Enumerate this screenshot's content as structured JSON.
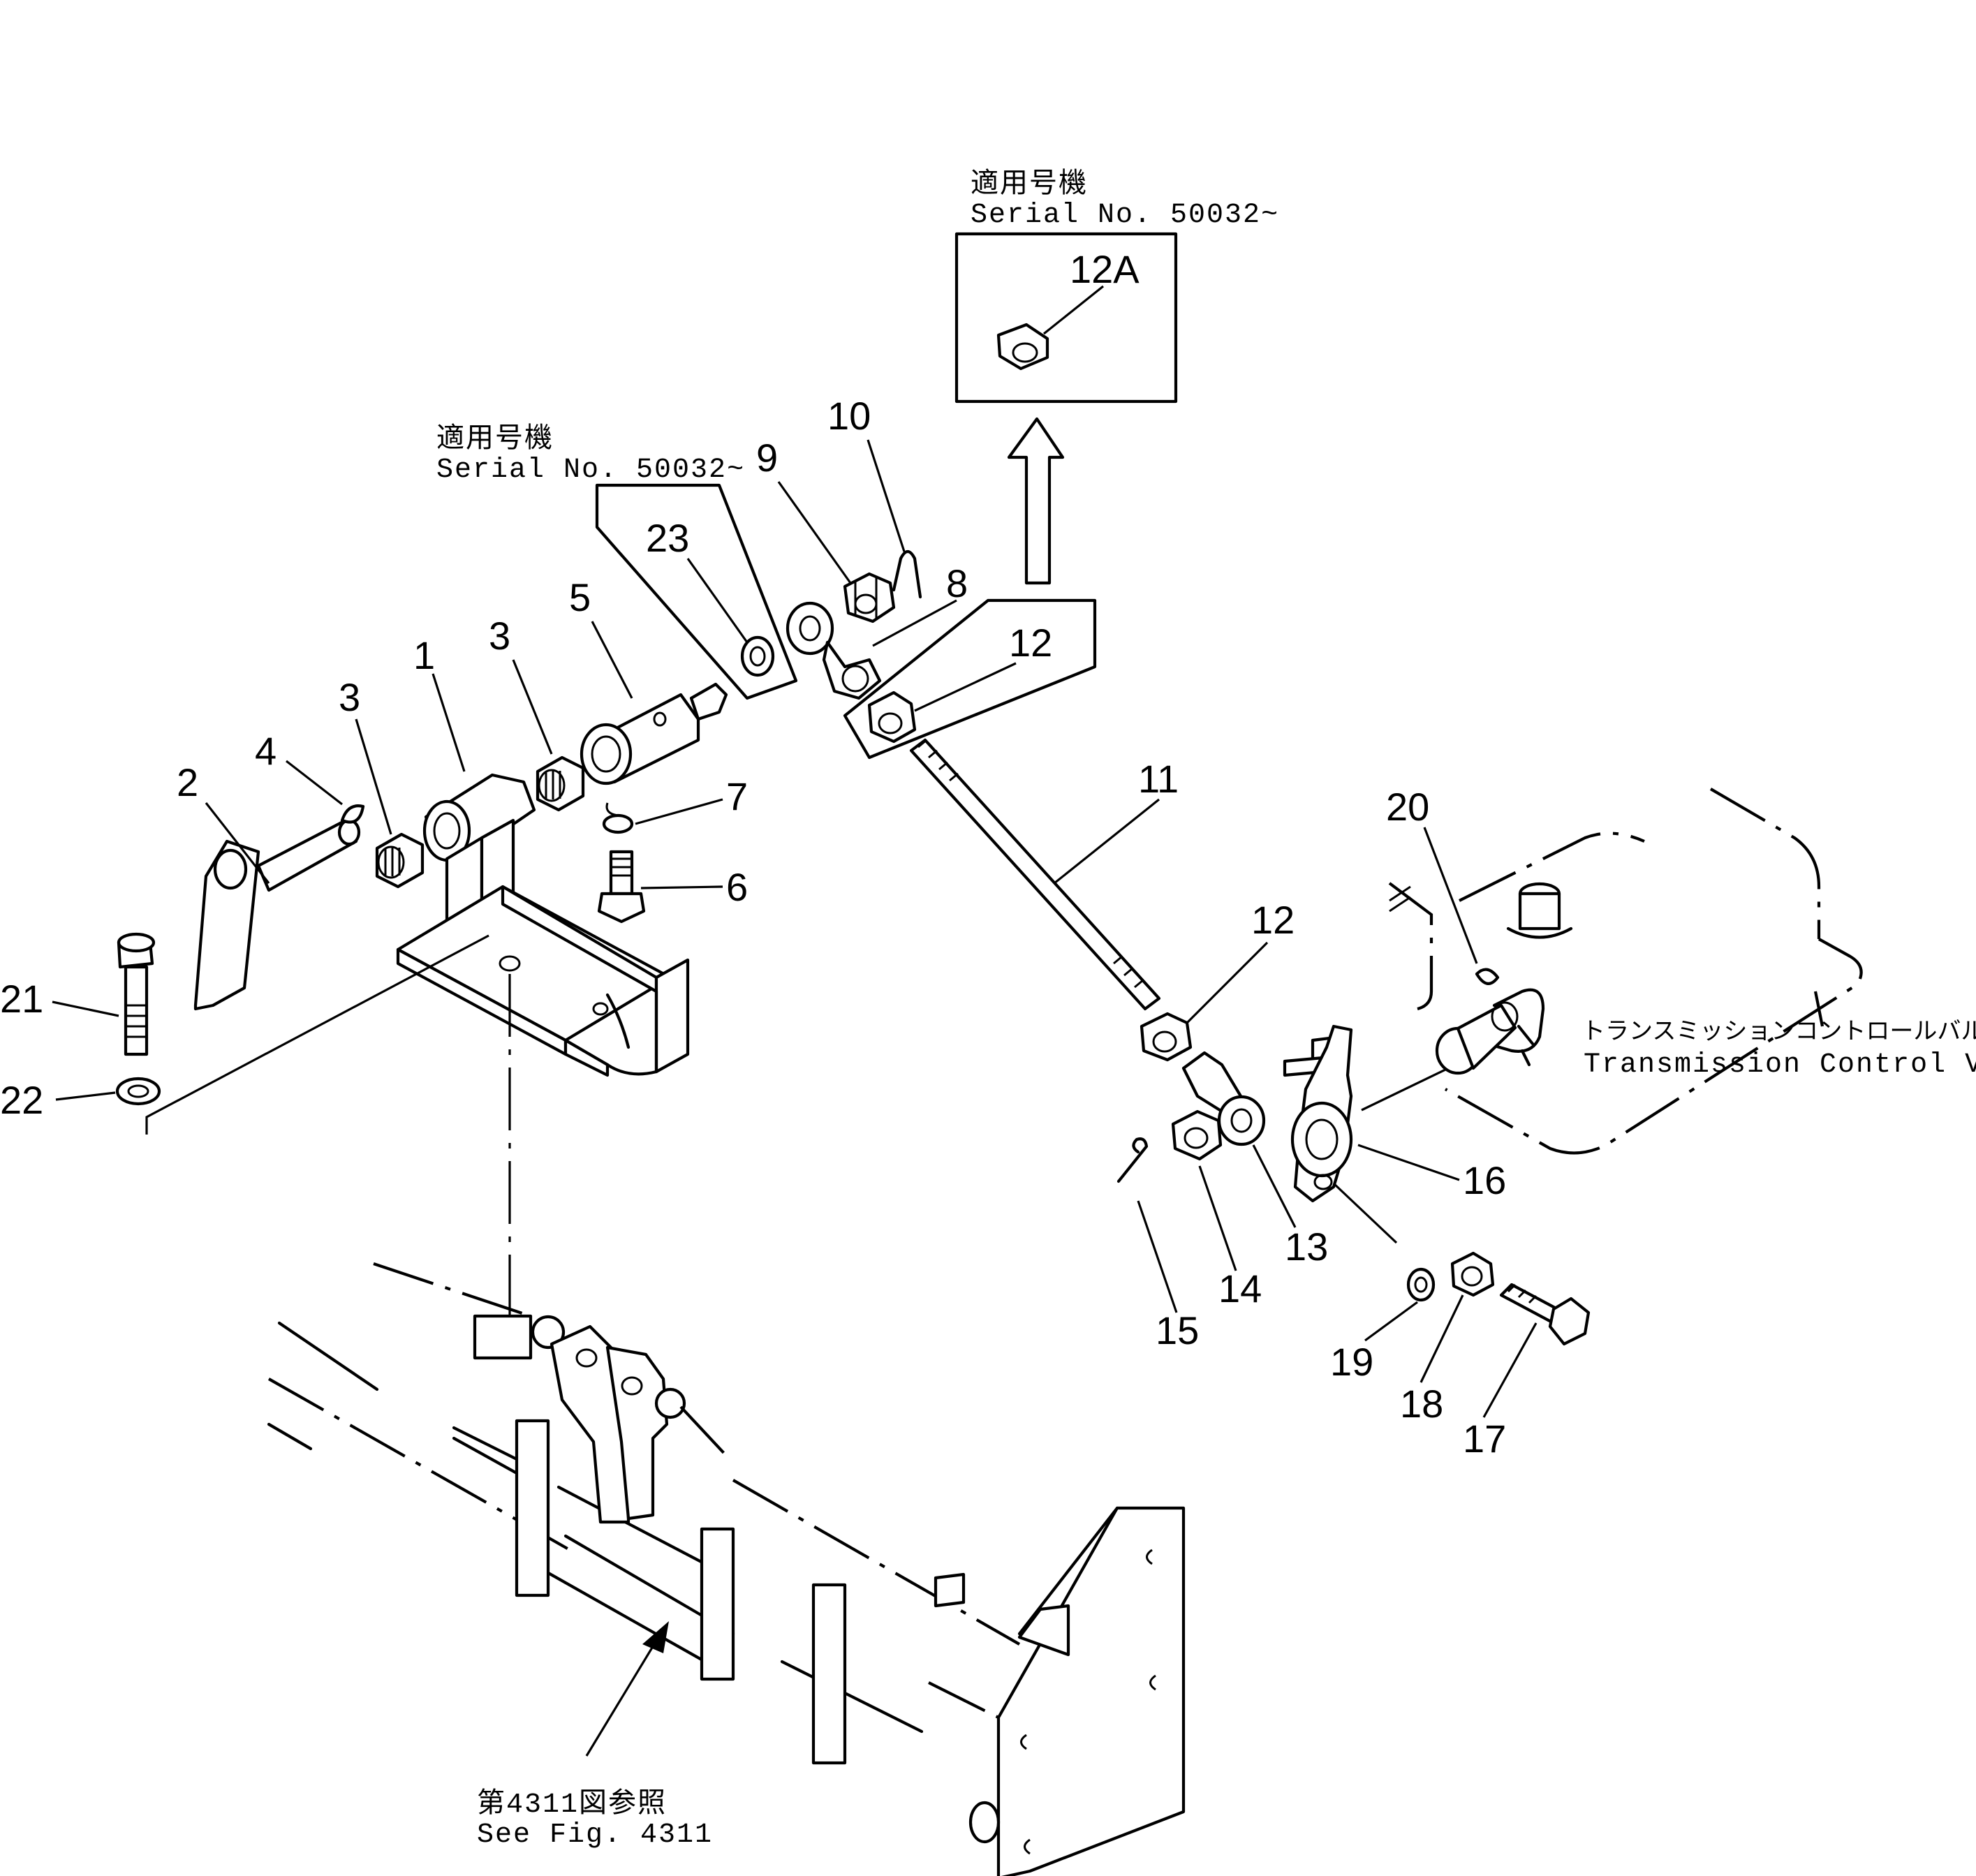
{
  "notes": {
    "top_box_jp": "適用号機",
    "top_box_en": "Serial  No. 50032~",
    "mid_box_jp": "適用号機",
    "mid_box_en": "Serial  No. 50032~",
    "valve_jp": "トランスミッションコントロールバルブ",
    "valve_en": "Transmission  Control  Valve",
    "ref_jp": "第4311図参照",
    "ref_en": "See  Fig.  4311"
  },
  "callouts": {
    "c1": "1",
    "c2": "2",
    "c3a": "3",
    "c3b": "3",
    "c4": "4",
    "c5": "5",
    "c6": "6",
    "c7": "7",
    "c8": "8",
    "c9": "9",
    "c10": "10",
    "c11": "11",
    "c12a": "12",
    "c12b": "12",
    "c12A": "12A",
    "c13": "13",
    "c14": "14",
    "c15": "15",
    "c16": "16",
    "c17": "17",
    "c18": "18",
    "c19": "19",
    "c20": "20",
    "c21": "21",
    "c22": "22",
    "c23": "23"
  }
}
